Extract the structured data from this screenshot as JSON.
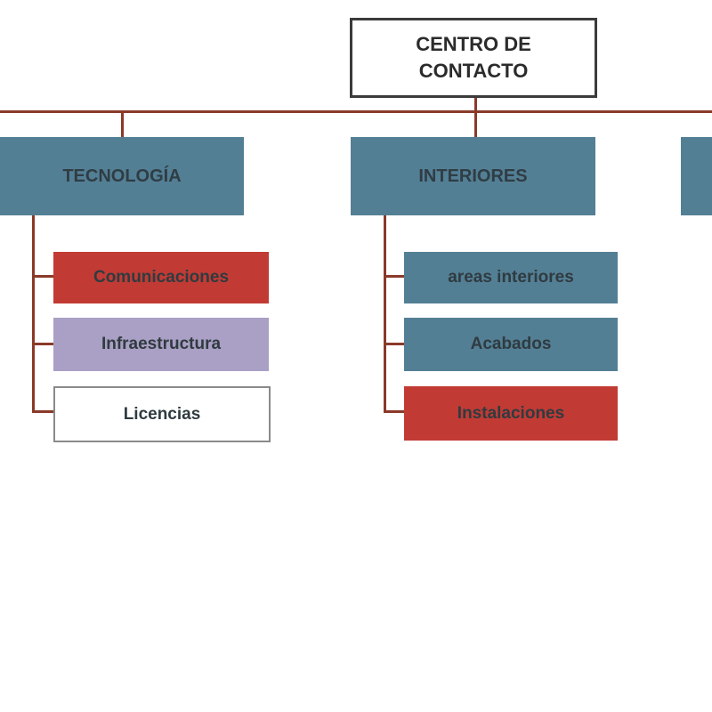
{
  "root": {
    "label": "CENTRO DE\nCONTACTO"
  },
  "colors": {
    "connector": "#8a3a2a",
    "category": "#537f95",
    "red": "#c13b34",
    "lilac": "#aa9fc4",
    "outline": "#8a8a8a"
  },
  "categories": [
    {
      "label": "TECNOLOGÍA",
      "items": [
        {
          "label": "Comunicaciones",
          "color": "red"
        },
        {
          "label": "Infraestructura",
          "color": "lilac"
        },
        {
          "label": "Licencias",
          "color": "outline"
        }
      ]
    },
    {
      "label": "INTERIORES",
      "items": [
        {
          "label": "areas interiores",
          "color": "blue"
        },
        {
          "label": "Acabados",
          "color": "blue"
        },
        {
          "label": "Instalaciones",
          "color": "red"
        }
      ]
    },
    {
      "label": "",
      "items": []
    }
  ]
}
